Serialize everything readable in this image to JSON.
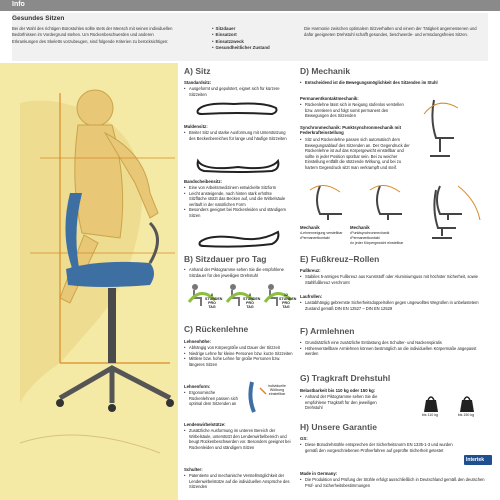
{
  "header": {
    "title": "Info"
  },
  "intro": {
    "title": "Gesundes Sitzen",
    "text": "Bei der Wahl des richtigen Bürostuhles sollte stets der Mensch mit seinen individuellen Bedürfnissen im Vordergrund stehen. Um Rückenbeschwerden und anderen Erkrankungen des Skeletts vorzubeugen, sind folgende Kriterien zu berücksichtigen:",
    "list": [
      "Sitzdauer",
      "Einsatzort",
      "Einsatzzweck",
      "Gesundheitlicher Zustand"
    ],
    "right_text": "Die Harmonie zwischen optimalem Sitzverhalten und einem der Tätigkeit angemessenen und dafür geeigneten Drehstuhl schafft gesundes, beschwerde- und ermüdungsfreies Sitzen."
  },
  "sections": {
    "sitz": {
      "heading": "A) Sitz",
      "standard_title": "Standardsitz:",
      "standard_items": [
        "Ausgeformt und gepolstert, eignet sich für kürzere Sitzzeiten"
      ],
      "mulden_title": "Muldensitz:",
      "mulden_items": [
        "Breiter Sitz und starke Ausformung mit Unterstützung des Beckenbereiches für lange und häufige Sitzzeiten"
      ],
      "bandscheiben_title": "Bandscheibensitz:",
      "bandscheiben_items": [
        "Eine von Arbeitsmedizinern entwickelte Sitzform",
        "Leicht ansteigende, nach hinten stark erhöhte Sitzfläche stützt das Becken auf, und die Wirbelsäule verläuft in der natürlichen Form",
        "Besonders geeignet bei Rückenleiden und ständigem Sitzen"
      ]
    },
    "sitzdauer": {
      "heading": "B) Sitzdauer pro Tag",
      "items": [
        "Anhand der Piktogramme sehen Sie die empfohlene Sitzdauer für den jeweiligen Drehstuhl"
      ],
      "badge_labels": [
        "8 STUNDEN PRO TAG",
        "8 STUNDEN PRO TAG",
        "12 STUNDEN PRO TAG"
      ]
    },
    "ruecken": {
      "heading": "C) Rückenlehne",
      "lehnen_title": "Lehnenhöhe:",
      "lehnen_items": [
        "Abhängig von Körpergröße und Dauer der Sitzzeit",
        "Niedrige Lehne für kleine Personen bzw. kurze Sitzzeiten",
        "Mittlere bzw. hohe Lehne für große Personen bzw. längeres Sitzen"
      ],
      "lehnenform_title": "Lehnenform:",
      "lehnenform_items": [
        "Ergonomische Rückenlehnen passen sich optimal dem Sitzenden an"
      ],
      "lehnenform_badge": "individuelle Wölbung einstellbar",
      "lenden_title": "Lendenwirbelstütze:",
      "lenden_items": [
        "Zusätzliche Ausformung im unteren Bereich der Wirbelsäule, unterstützt den Lendenwirbelbereich und beugt Rückenbeschwerden vor. Besonders geeignet bei Rückenleiden und ständigem Sitzen"
      ],
      "schulter_title": "Schulter:",
      "schulter_items": [
        "Patentierte und mechanische Verstellmöglichkeit der Lendenwirbelstütze auf die individuellen Ansprüche des Sitzenden"
      ]
    },
    "mechanik": {
      "heading": "D) Mechanik",
      "items": [
        "Entscheidend ist die Bewegungsmöglichkeit des Sitzenden im Stuhl"
      ],
      "permanent_title": "Permanentkontaktmechanik:",
      "permanent_items": [
        "Rückenlehne lässt sich in Neigung stufenlos verstellen bzw. arretieren und folgt somit permanent den Bewegungen des Sitzenden"
      ],
      "synchron_title": "Synchronmechanik: Punktsynchronmechanik mit Federkrafteinstellung",
      "synchron_items": [
        "Sitz und Rückenlehne passen sich automatisch dem Bewegungsablauf des Sitzenden an. Der Gegendruck der Rückenlehne ist auf das Körpergewicht einstellbar und sollte in jeder Position spürbar sein. Bei zu weicher Einstellung entfällt die stützende Wirkung, und bei zu hartem Gegendruck sitzt man verkrampft und steif."
      ],
      "col1_title": "Mechanik",
      "col1_items": [
        "Lehnenneigung verstellbar",
        "Permanentkontakt"
      ],
      "col2_title": "Mechanik",
      "col2_items": [
        "Punktsynchronmechanik",
        "Permanentkontakt",
        "In jeder Körpergewicht einstellbar"
      ]
    },
    "fusskreuz": {
      "heading": "E) Fußkreuz–Rollen",
      "fuss_title": "Fußkreuz:",
      "fuss_items": [
        "Stabiles 5-armiges Fußkreuz aus Kunststoff oder Aluminiumguss mit höchster Sicherheit, sowie Stahlfußkreuz verchromt"
      ],
      "lauf_title": "Laufrollen:",
      "lauf_items": [
        "Lastabhängig gebremste Sicherheitsdoppelrollen gegen ungewolltes Wegrollen in unbelastetem Zustand gemäß DIN EN 12527 – DIN EN 12529"
      ]
    },
    "armlehnen": {
      "heading": "F) Armlehnen",
      "items": [
        "Grundsätzlich eine zusätzliche Entlastung des Schulter- und Nackenspiralis",
        "Höhenverstellbare Armlehnen können bestmöglich an die individuellen Körpermaße angepasst werden"
      ]
    },
    "tragkraft": {
      "heading": "G) Tragkraft Drehstuhl",
      "sub": "Belastbarkeit bis 110 kg oder 150 kg:",
      "items": [
        "Anhand der Piktogramme sehen Sie die empfohlene Tragkraft für den jeweiligen Drehstuhl"
      ],
      "weight_labels": [
        "bis 110 kg",
        "bis 150 kg"
      ]
    },
    "garantie": {
      "heading": "H) Unsere Garantie",
      "gs_title": "GS:",
      "gs_items": [
        "Diese Bürodrehstühle entsprechen der Sicherheitsnorm EN 1335-1-3 und wurden gemäß den vorgeschriebenen Prüfverfahren auf geprüfte Sicherheit getestet"
      ],
      "made_title": "Made in Germany:",
      "made_items": [
        "Die Produktion und Prüfung der Stühle erfolgt ausschließlich in Deutschland gemäß den deutschen Prüf- und Sicherheitsbestimmungen"
      ]
    }
  },
  "logo": {
    "text": "Intertek"
  },
  "colors": {
    "illustration_bg": "#f5e9a6",
    "chair_blue": "#3e6fa3",
    "accent_orange": "#e58a2a"
  }
}
